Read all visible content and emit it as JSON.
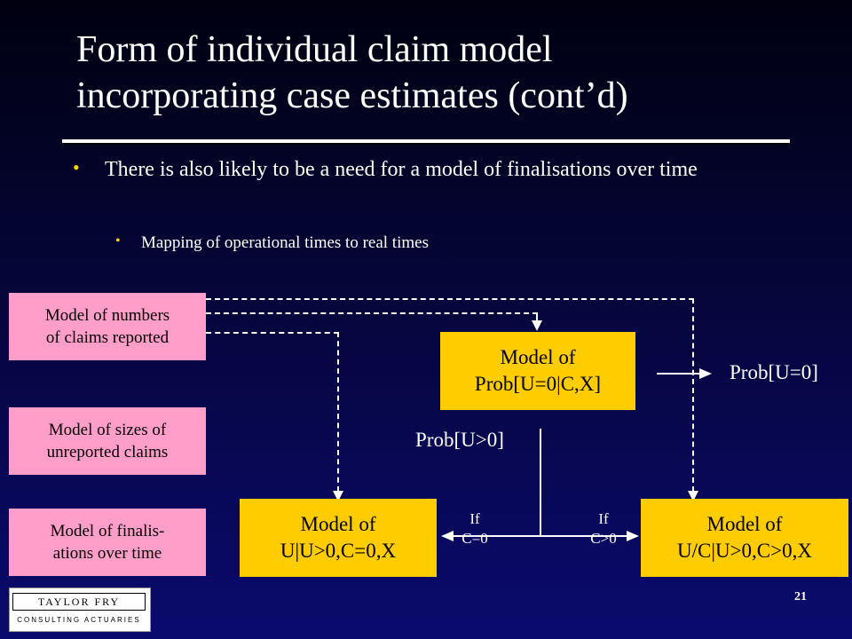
{
  "slide": {
    "title_line1": "Form of individual claim model",
    "title_line2": "incorporating case estimates (cont’d)",
    "bullets": [
      "There is also likely to be a need for a model of finalisations over time"
    ],
    "sub_bullets": [
      "Mapping of operational times to real times"
    ],
    "page_number": "21"
  },
  "diagram": {
    "pink_boxes": [
      {
        "line1": "Model of numbers",
        "line2": "of claims reported"
      },
      {
        "line1": "Model of sizes of",
        "line2": "unreported claims"
      },
      {
        "line1": "Model of finalis-",
        "line2": "ations over time"
      }
    ],
    "yellow_boxes": {
      "prob_u0": {
        "line1": "Model of",
        "line2": "Prob[U=0|C,X]"
      },
      "u_given_c0": {
        "line1": "Model of",
        "line2": "U|U>0,C=0,X"
      },
      "u_over_c": {
        "line1": "Model of",
        "line2": "U/C|U>0,C>0,X"
      }
    },
    "labels": {
      "prob_u_eq_0": "Prob[U=0]",
      "prob_u_gt_0": "Prob[U>0]",
      "if_c0_line1": "If",
      "if_c0_line2": "C=0",
      "if_cgt0_line1": "If",
      "if_cgt0_line2": "C>0"
    }
  },
  "logo": {
    "name": "TAYLOR FRY",
    "subtitle": "CONSULTING ACTUARIES"
  },
  "colors": {
    "pink": "#ff9ec9",
    "yellow": "#ffcc00",
    "bullet": "#ffd400"
  }
}
